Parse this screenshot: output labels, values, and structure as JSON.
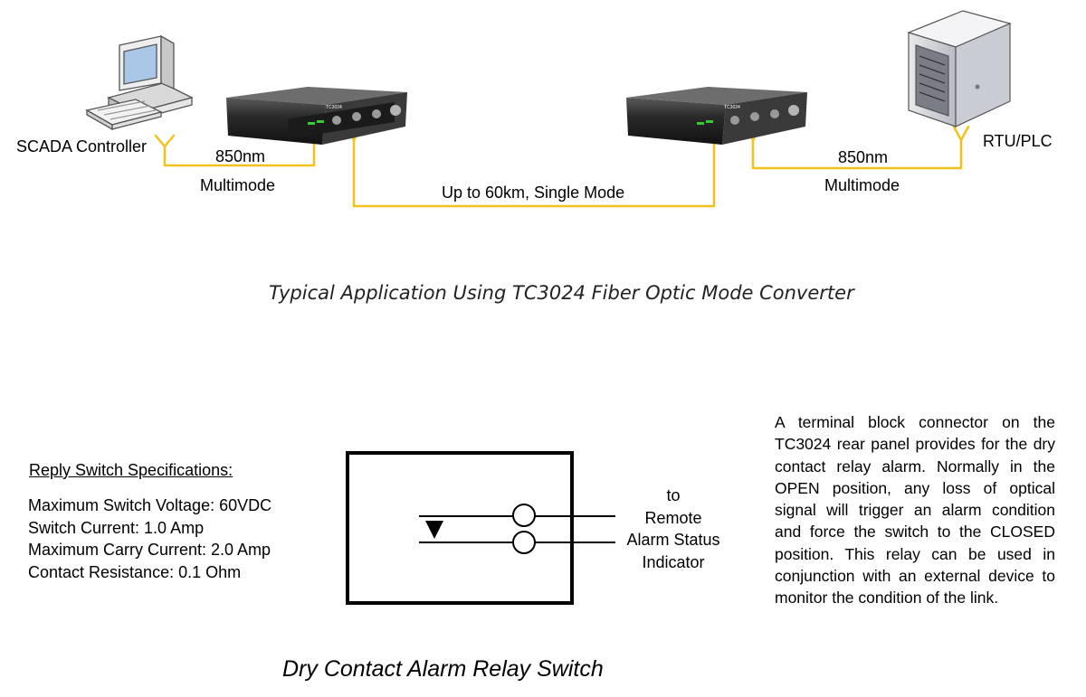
{
  "top": {
    "scada_label": "SCADA Controller",
    "rtu_label": "RTU/PLC",
    "left_link_wavelength": "850nm",
    "left_link_mode": "Multimode",
    "right_link_wavelength": "850nm",
    "right_link_mode": "Multimode",
    "middle_link": "Up to 60km, Single Mode",
    "caption": "Typical Application Using TC3024 Fiber Optic  Mode Converter",
    "fiber_color": "#f2c21b"
  },
  "bottom": {
    "spec_title": "Reply Switch Specifications:",
    "specs": [
      "Maximum Switch Voltage: 60VDC",
      "Switch Current: 1.0 Amp",
      "Maximum Carry Current: 2.0 Amp",
      "Contact Resistance: 0.1 Ohm"
    ],
    "relay_target_lines": [
      "to",
      "Remote",
      "Alarm Status",
      "Indicator"
    ],
    "caption": "Dry Contact Alarm Relay Switch",
    "description": "A terminal block connector on the TC3024 rear panel provides for the dry contact relay alarm. Normally in the OPEN position, any loss of optical signal will trigger an alarm condition and force the switch to the CLOSED position. This relay can be used in conjunction with an external device to monitor the condition of the link."
  }
}
